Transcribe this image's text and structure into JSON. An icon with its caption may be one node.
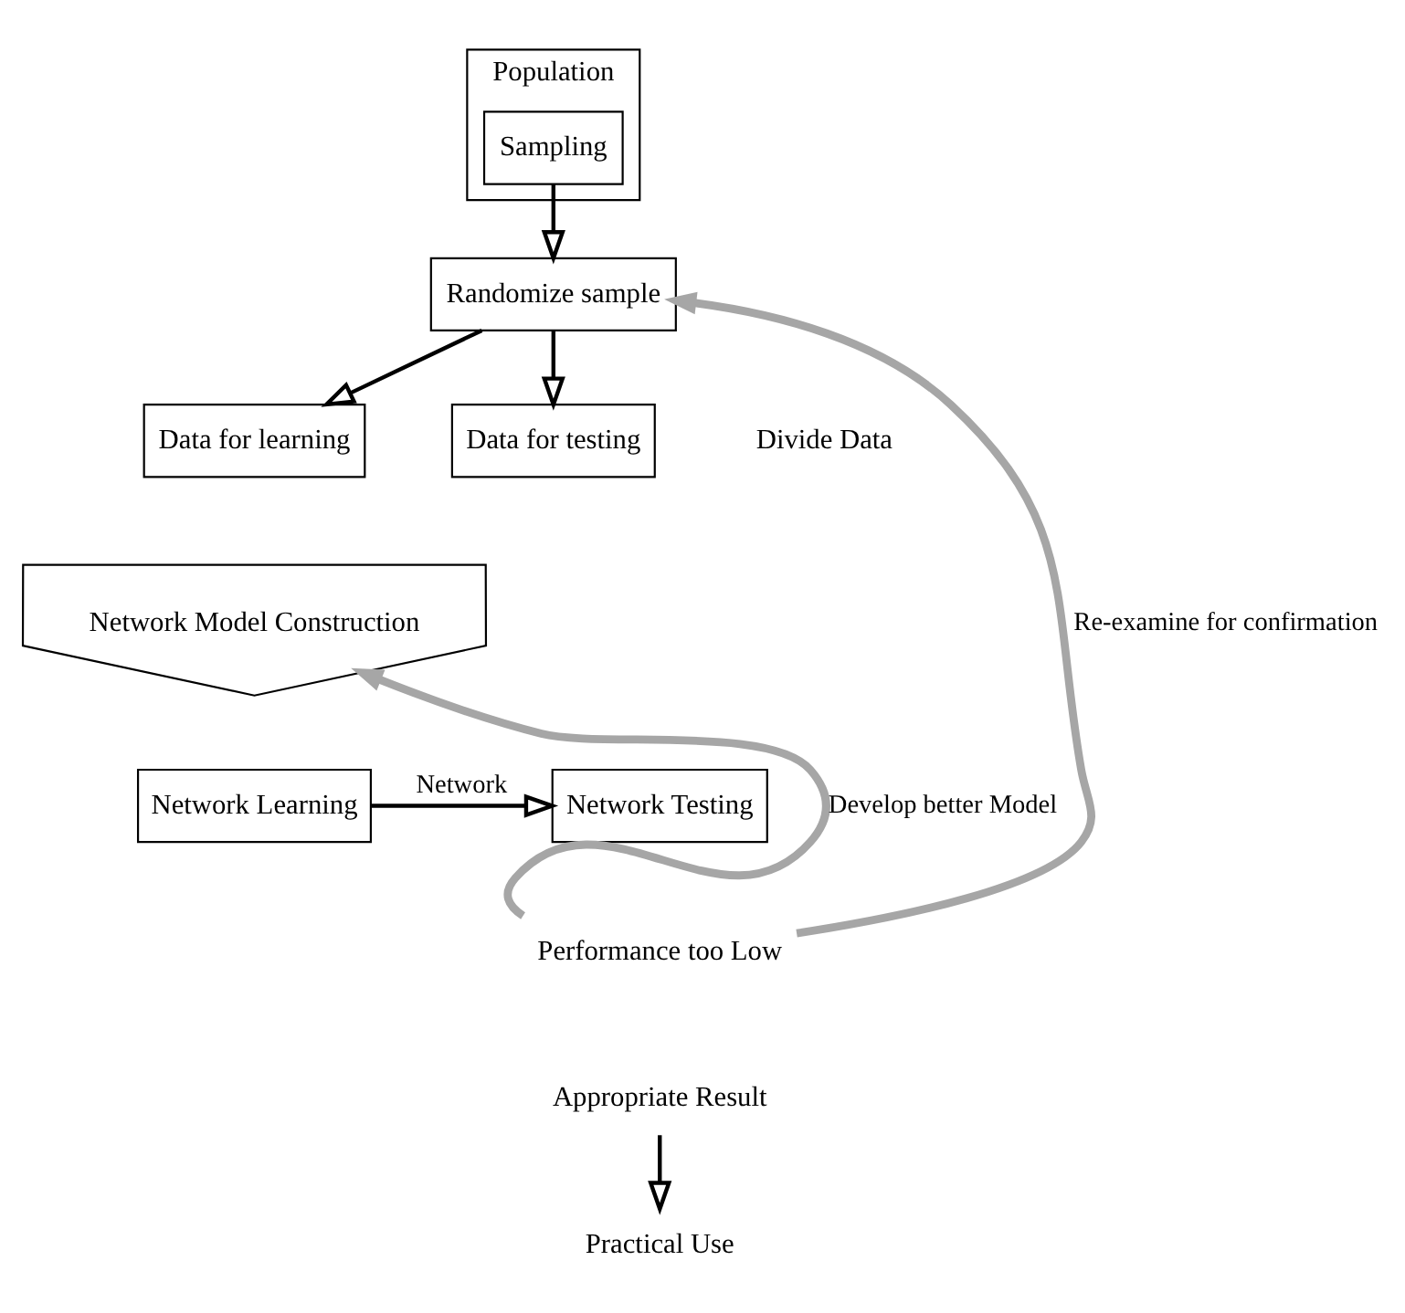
{
  "diagram": {
    "nodes": [
      {
        "text": [
          "Population"
        ]
      },
      {
        "text": [
          "Sampling"
        ],
        "in": 0
      },
      {
        "text": [
          "Randomize sample"
        ]
      },
      {
        "text": [
          "Data for learning"
        ]
      },
      {
        "text": [
          "Data for testing"
        ]
      },
      {
        "text": [
          "Network Model Construction"
        ]
      },
      {
        "text": [
          "Network Learning"
        ]
      },
      {
        "text": [
          "Network Testing"
        ]
      },
      {
        "text": [
          "Performance too Low"
        ]
      },
      {
        "text": [
          "Appropriate Result"
        ]
      },
      {
        "text": [
          "Practical Use"
        ]
      }
    ],
    "edges": [
      {
        "from": 1,
        "to": 2,
        "arrow": "to"
      },
      {
        "from": 2,
        "to": 3,
        "arrow": "to"
      },
      {
        "from": 2,
        "to": 4,
        "arrow": "to"
      },
      {
        "from": 6,
        "to": 7,
        "arrow": "to",
        "label": "Network"
      },
      {
        "from": 8,
        "to": 5,
        "arrow": "to",
        "label": "Develop better Model",
        "style": "thick",
        "color": "#a6a6a6"
      },
      {
        "from": 8,
        "to": 2,
        "arrow": "to",
        "label": "Re-examine for confirmation",
        "style": "thick",
        "color": "#a6a6a6"
      },
      {
        "from": 9,
        "to": 10,
        "arrow": "to"
      }
    ],
    "labels": [
      "Divide Data"
    ]
  }
}
